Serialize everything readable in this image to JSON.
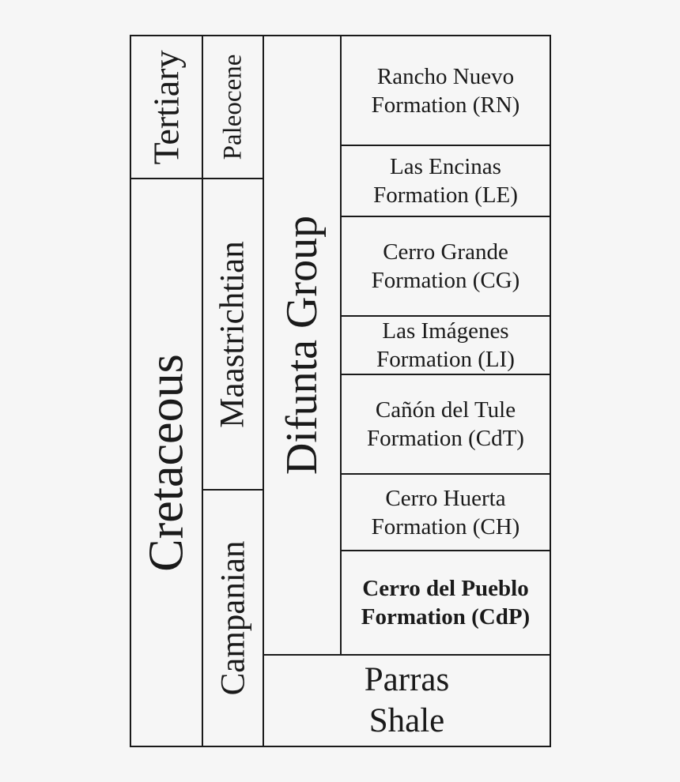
{
  "periods": [
    "Tertiary",
    "Cretaceous"
  ],
  "epochs": [
    "Paleocene",
    "Maastrichtian",
    "Campanian"
  ],
  "group": "Difunta Group",
  "formations": [
    {
      "line1": "Rancho Nuevo",
      "line2": "Formation (RN)"
    },
    {
      "line1": "Las Encinas",
      "line2": "Formation (LE)"
    },
    {
      "line1": "Cerro Grande",
      "line2": "Formation (CG)"
    },
    {
      "line1": "Las Imágenes",
      "line2": "Formation (LI)"
    },
    {
      "line1": "Cañón del Tule",
      "line2": "Formation (CdT)"
    },
    {
      "line1": "Cerro Huerta",
      "line2": "Formation (CH)"
    },
    {
      "line1": "Cerro del Pueblo",
      "line2": "Formation (CdP)"
    }
  ],
  "base_unit": {
    "line1": "Parras",
    "line2": "Shale"
  }
}
